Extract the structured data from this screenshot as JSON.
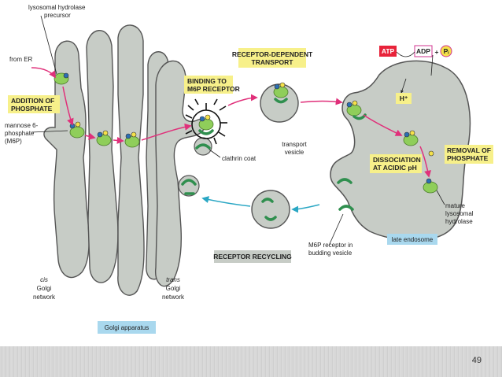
{
  "labels": {
    "hydrolase_precursor": [
      "lysosomal hydrolase",
      "precursor"
    ],
    "from_er": "from ER",
    "addition_of_phosphate": [
      "ADDITION OF",
      "PHOSPHATE"
    ],
    "m6p": [
      "mannose 6-",
      "phosphate",
      "(M6P)"
    ],
    "binding": [
      "BINDING TO",
      "M6P RECEPTOR"
    ],
    "receptor_dependent": [
      "RECEPTOR-DEPENDENT",
      "TRANSPORT"
    ],
    "clathrin_coat": "clathrin coat",
    "transport_vesicle": [
      "transport",
      "vesicle"
    ],
    "atp": "ATP",
    "adp": "ADP",
    "plus": "+",
    "pi": "Pᵢ",
    "h_plus": "H⁺",
    "dissociation": [
      "DISSOCIATION",
      "AT ACIDIC pH"
    ],
    "removal_of_phosphate": [
      "REMOVAL OF",
      "PHOSPHATE"
    ],
    "mature_hydrolase": [
      "mature",
      "lysosomal",
      "hydrolase"
    ],
    "late_endosome": "late endosome",
    "m6p_receptor_budding": [
      "M6P receptor in",
      "budding vesicle"
    ],
    "receptor_recycling": "RECEPTOR RECYCLING",
    "cis_golgi": [
      "cis",
      "Golgi",
      "network"
    ],
    "trans_golgi": [
      "trans",
      "Golgi",
      "network"
    ],
    "golgi_apparatus": "Golgi apparatus"
  },
  "colors": {
    "organelle": "#c7ccc6",
    "outline": "#555555",
    "yellow_label": "#f7f08a",
    "blue_label": "#a9d8ee",
    "magenta_arrow": "#e0307a",
    "cyan_arrow": "#2aa7c4",
    "receptor_green": "#2f8f4e",
    "hydrolase_green": "#8fce5a",
    "atp_red": "#e8233a",
    "adp_magenta": "#d1338f"
  },
  "footer": {
    "page_number": "49"
  }
}
